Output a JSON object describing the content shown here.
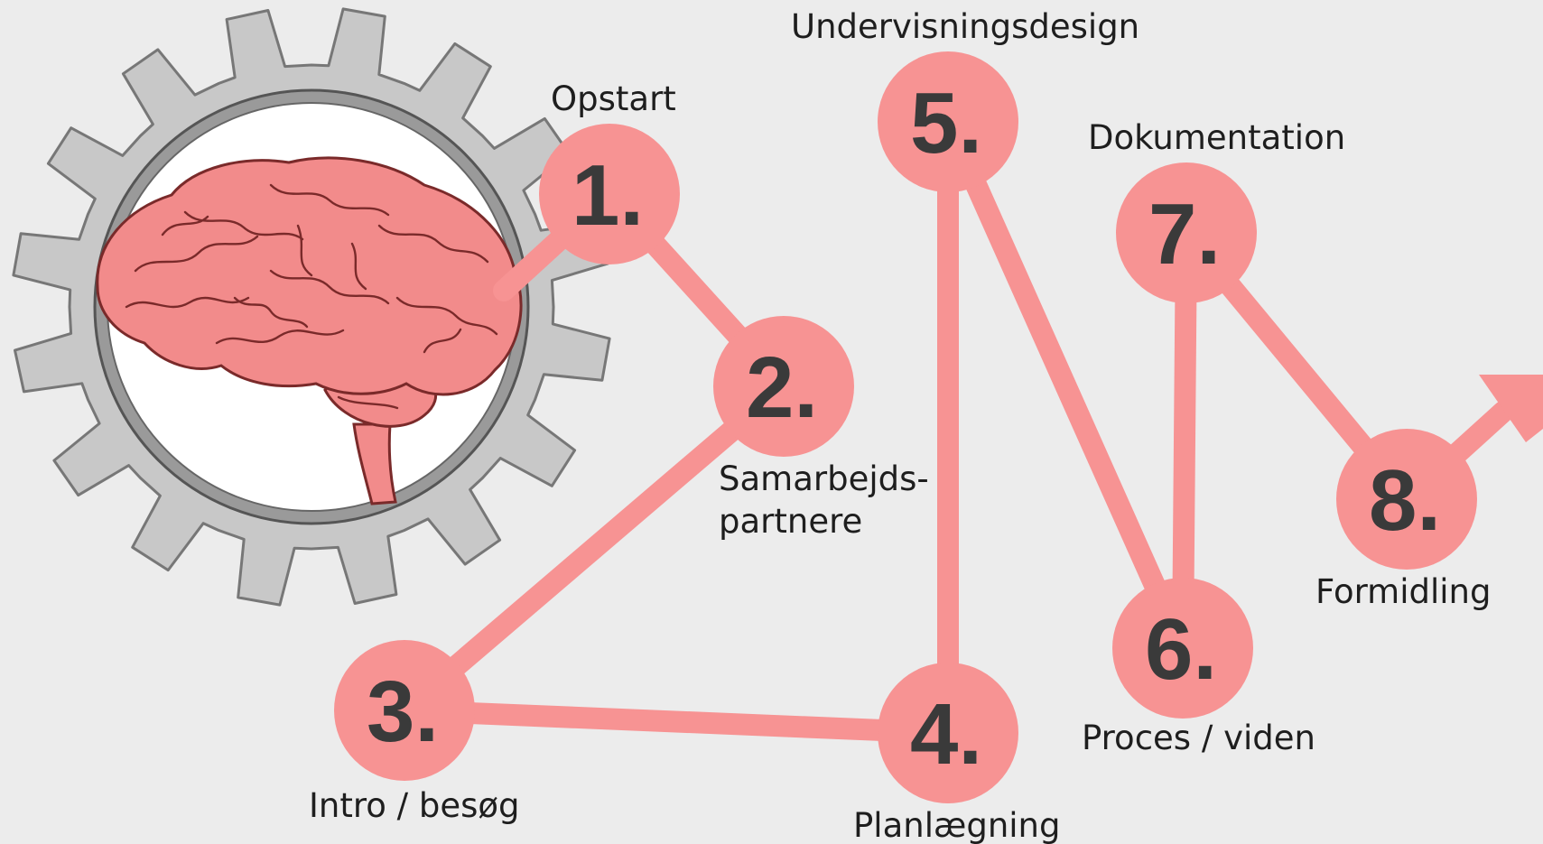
{
  "colors": {
    "background": "#ececec",
    "accent": "#f79393",
    "gear_fill": "#c8c8c8",
    "gear_stroke": "#777777",
    "brain_fill": "#f28b8b",
    "brain_line": "#7a2a2a",
    "number_text": "#3a3a3a",
    "label_text": "#1e1e1e"
  },
  "icons": [
    "gear-icon",
    "brain-icon",
    "arrow-icon"
  ],
  "steps": [
    {
      "number": "1.",
      "label": [
        "Opstart"
      ]
    },
    {
      "number": "2.",
      "label": [
        "Samarbejds-",
        "partnere"
      ]
    },
    {
      "number": "3.",
      "label": [
        "Intro / besøg"
      ]
    },
    {
      "number": "4.",
      "label": [
        "Planlægning"
      ]
    },
    {
      "number": "5.",
      "label": [
        "Undervisningsdesign"
      ]
    },
    {
      "number": "6.",
      "label": [
        "Proces / viden"
      ]
    },
    {
      "number": "7.",
      "label": [
        "Dokumentation"
      ]
    },
    {
      "number": "8.",
      "label": [
        "Formidling"
      ]
    }
  ]
}
